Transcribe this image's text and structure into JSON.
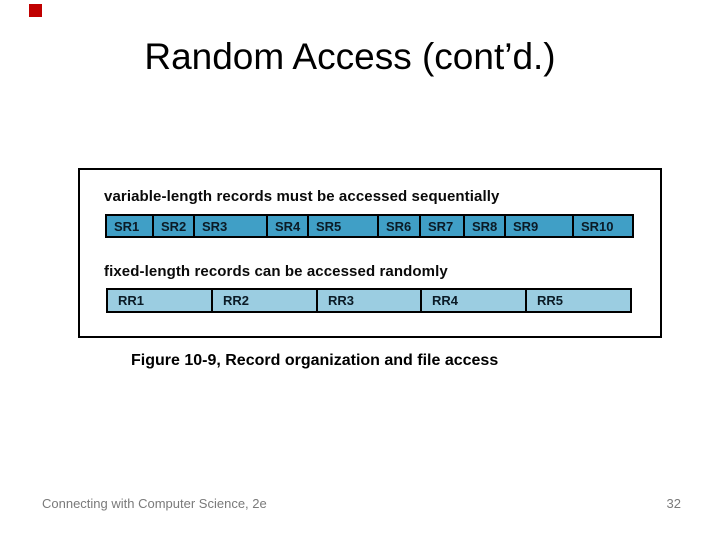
{
  "marker": {
    "color": "#c00000"
  },
  "title": "Random Access (cont’d.)",
  "figure": {
    "line1": "variable-length records must be accessed sequentially",
    "line2": "fixed-length records can be accessed randomly",
    "sr_row": [
      {
        "label": "SR1",
        "w": 47
      },
      {
        "label": "SR2",
        "w": 41
      },
      {
        "label": "SR3",
        "w": 73
      },
      {
        "label": "SR4",
        "w": 41
      },
      {
        "label": "SR5",
        "w": 70
      },
      {
        "label": "SR6",
        "w": 42
      },
      {
        "label": "SR7",
        "w": 44
      },
      {
        "label": "SR8",
        "w": 41
      },
      {
        "label": "SR9",
        "w": 68
      },
      {
        "label": "SR10",
        "w": 60
      }
    ],
    "rr_row": [
      {
        "label": "RR1",
        "w": 105
      },
      {
        "label": "RR2",
        "w": 105
      },
      {
        "label": "RR3",
        "w": 104
      },
      {
        "label": "RR4",
        "w": 105
      },
      {
        "label": "RR5",
        "w": 105
      }
    ],
    "colors": {
      "sr_fill": "#409fc6",
      "rr_fill": "#9bcde1",
      "cell_border": "#000000",
      "cell_text": "#0b1b26"
    }
  },
  "caption": "Figure 10-9, Record organization and file access",
  "footer": {
    "book": "Connecting with Computer Science, 2e",
    "page": "32"
  }
}
